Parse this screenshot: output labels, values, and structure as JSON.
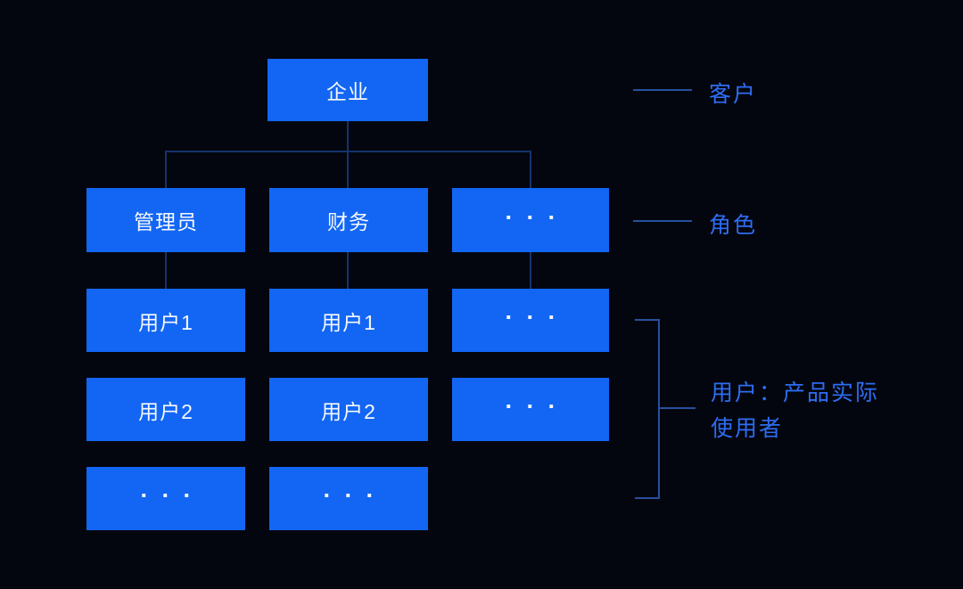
{
  "colors": {
    "background": "#04060F",
    "box_fill": "#1266F3",
    "box_text": "#F5F8FC",
    "annotation_text": "#2E6DF2",
    "tree_line": "#16336D",
    "annotation_line": "#27509E"
  },
  "tree": {
    "root": {
      "label": "企业"
    },
    "rows": [
      {
        "name": "roles",
        "cells": [
          "管理员",
          "财务",
          "···"
        ]
      },
      {
        "name": "users-1",
        "cells": [
          "用户1",
          "用户1",
          "···"
        ]
      },
      {
        "name": "users-2",
        "cells": [
          "用户2",
          "用户2",
          "···"
        ]
      },
      {
        "name": "users-more",
        "cells": [
          "···",
          "···"
        ]
      }
    ]
  },
  "annotations": {
    "customer": "客户",
    "role": "角色",
    "users": {
      "line1": "用户：产品实际",
      "line2": "使用者"
    }
  }
}
